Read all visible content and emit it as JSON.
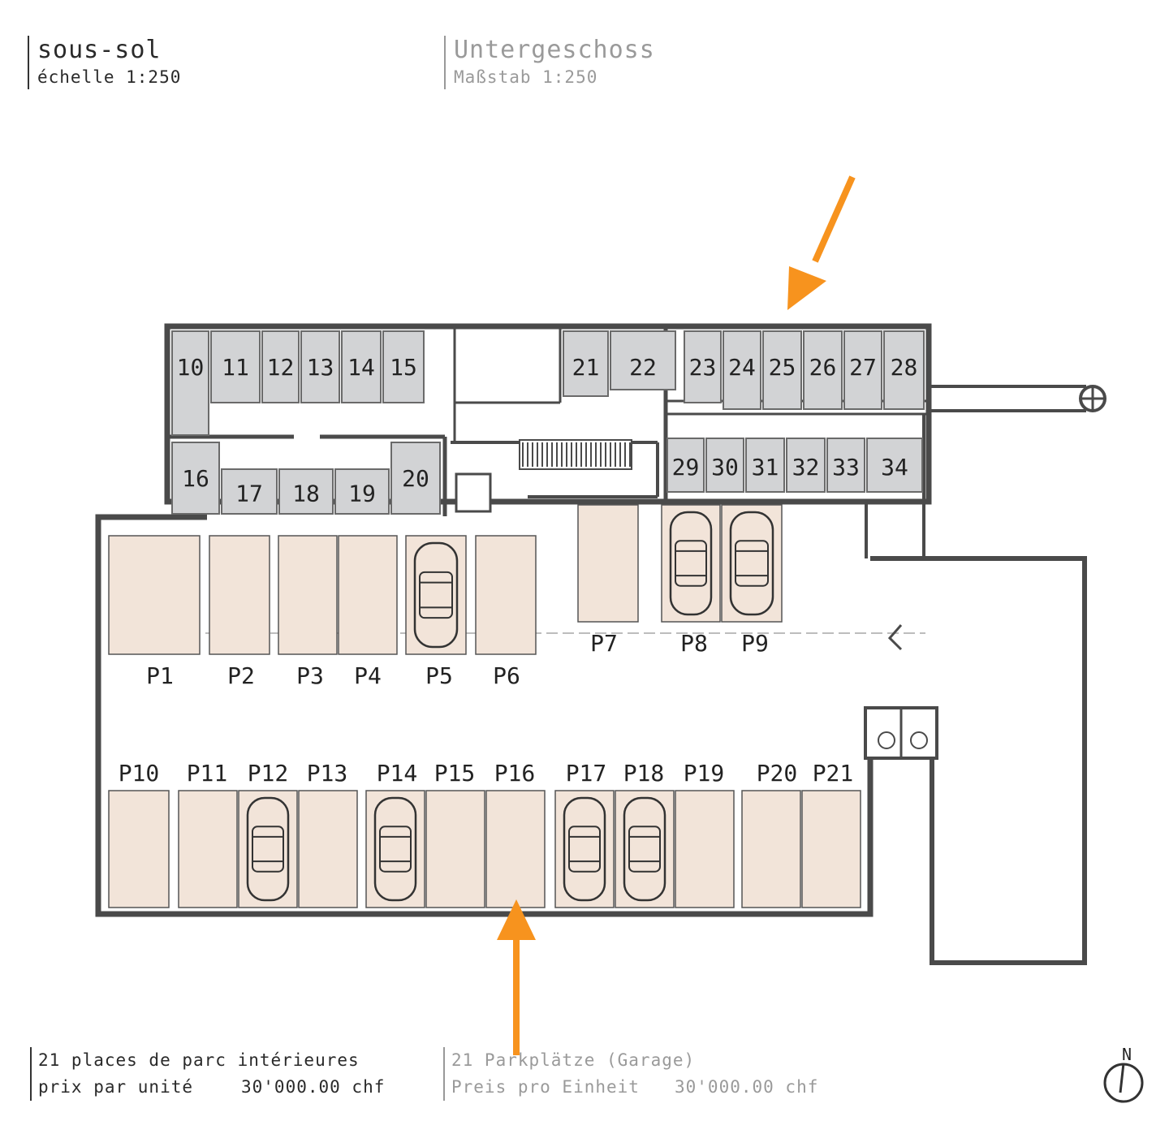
{
  "header_fr": {
    "title": "sous-sol",
    "scale": "échelle 1:250"
  },
  "header_de": {
    "title": "Untergeschoss",
    "scale": "Maßstab 1:250"
  },
  "footer_fr": {
    "count": "21 places de parc intérieures",
    "price_label": "prix par unité",
    "price_value": "30'000.00 chf"
  },
  "footer_de": {
    "count": "21 Parkplätze (Garage)",
    "price_label": "Preis pro Einheit",
    "price_value": "30'000.00 chf"
  },
  "compass": {
    "label": "N"
  },
  "colors": {
    "cellar": "#d2d3d5",
    "parking": "#f2e4d9",
    "wall": "#4a4a4a",
    "arrow": "#f7931e"
  },
  "cellars": [
    "10",
    "11",
    "12",
    "13",
    "14",
    "15",
    "16",
    "17",
    "18",
    "19",
    "20",
    "21",
    "22",
    "23",
    "24",
    "25",
    "26",
    "27",
    "28",
    "29",
    "30",
    "31",
    "32",
    "33",
    "34"
  ],
  "parking": [
    "P1",
    "P2",
    "P3",
    "P4",
    "P5",
    "P6",
    "P7",
    "P8",
    "P9",
    "P10",
    "P11",
    "P12",
    "P13",
    "P14",
    "P15",
    "P16",
    "P17",
    "P18",
    "P19",
    "P20",
    "P21"
  ],
  "occupied_spots": [
    "P5",
    "P8",
    "P9",
    "P12",
    "P14",
    "P17",
    "P18"
  ]
}
